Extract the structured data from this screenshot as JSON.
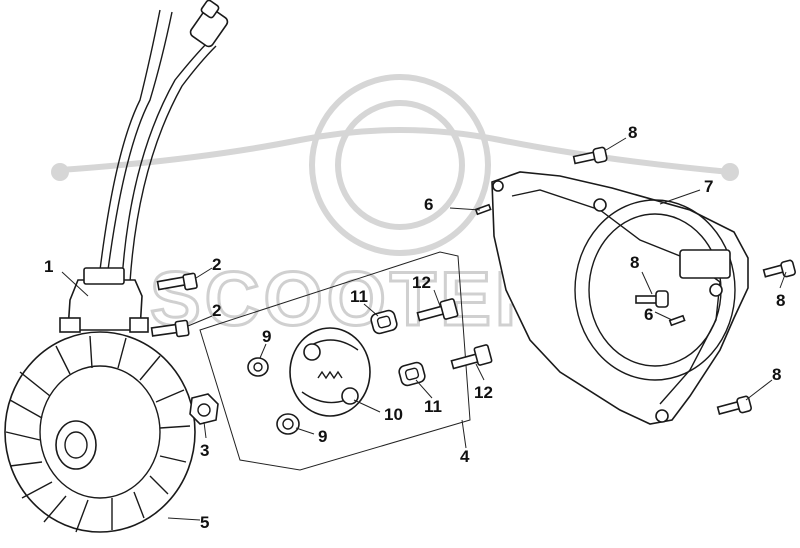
{
  "watermark": {
    "text": "SCOOTER"
  },
  "callouts": [
    {
      "id": "c1",
      "label": "1"
    },
    {
      "id": "c2a",
      "label": "2"
    },
    {
      "id": "c2b",
      "label": "2"
    },
    {
      "id": "c3",
      "label": "3"
    },
    {
      "id": "c4",
      "label": "4"
    },
    {
      "id": "c5",
      "label": "5"
    },
    {
      "id": "c6a",
      "label": "6"
    },
    {
      "id": "c6b",
      "label": "6"
    },
    {
      "id": "c7",
      "label": "7"
    },
    {
      "id": "c8a",
      "label": "8"
    },
    {
      "id": "c8b",
      "label": "8"
    },
    {
      "id": "c8c",
      "label": "8"
    },
    {
      "id": "c8d",
      "label": "8"
    },
    {
      "id": "c9a",
      "label": "9"
    },
    {
      "id": "c9b",
      "label": "9"
    },
    {
      "id": "c10",
      "label": "10"
    },
    {
      "id": "c11a",
      "label": "11"
    },
    {
      "id": "c11b",
      "label": "11"
    },
    {
      "id": "c12a",
      "label": "12"
    },
    {
      "id": "c12b",
      "label": "12"
    }
  ]
}
